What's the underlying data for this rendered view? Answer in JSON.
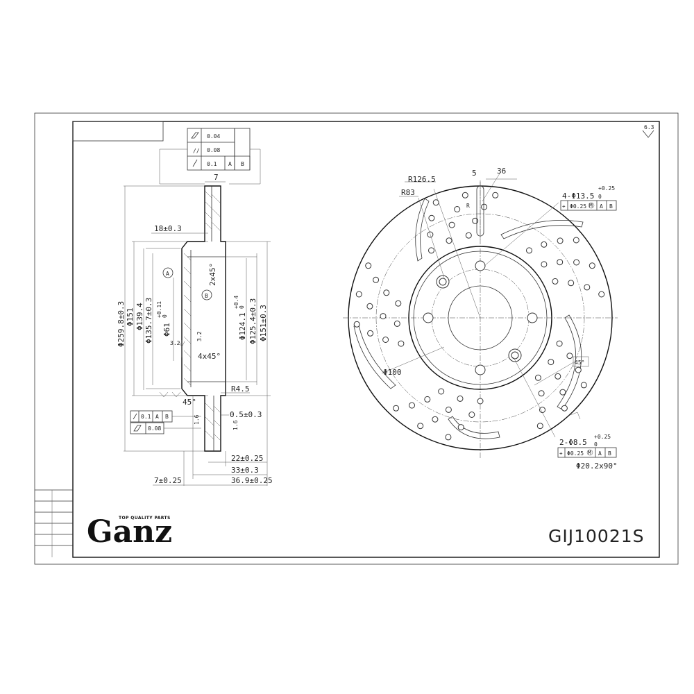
{
  "drawing": {
    "roughness_mark": "6.3",
    "brand": {
      "name": "Ganz",
      "tagline": "TOP QUALITY PARTS"
    },
    "part_number": "GIJ10021S"
  },
  "side_view": {
    "tolerance_frame_top": [
      {
        "symbol": "flatness",
        "value": "0.04"
      },
      {
        "symbol": "parallelism",
        "value": "0.08"
      },
      {
        "symbol": "runout",
        "value": "0.1",
        "refs": [
          "A",
          "B"
        ]
      }
    ],
    "tolerance_frame_bottom": [
      {
        "symbol": "runout",
        "value": "0.1",
        "refs": [
          "A",
          "B"
        ]
      },
      {
        "symbol": "flatness",
        "value": "0.08"
      }
    ],
    "dims": {
      "top_width": "7",
      "hat_offset": "18±0.3",
      "chamfer_top": "2x45°",
      "chamfer_bottom": "4x45°",
      "datum_a": "A",
      "datum_b": "B",
      "d_outer": "Φ259.8±0.3",
      "d_151": "Φ151",
      "d_139": "Φ139.4",
      "d_135": "Φ135.7±0.3",
      "d_61": "Φ61",
      "d_61_tol": "+0.11",
      "d_61_tol2": "0",
      "d_124": "Φ124.1",
      "d_124_tol": "+0.4",
      "d_124_tol2": "0",
      "d_125": "Φ125.4±0.3",
      "d_151_tol": "Φ151±0.3",
      "r_3_2a": "3.2",
      "r_3_2b": "3.2",
      "r_4_5": "R4.5",
      "angle_45": "45°",
      "gap_0_5": "0.5±0.3",
      "rough_1": "1.6",
      "rough_2": "1.6",
      "w_22": "22±0.25",
      "w_33": "33±0.3",
      "w_7": "7±0.25",
      "w_36": "36.9±0.25"
    }
  },
  "front_view": {
    "r_126": "R126.5",
    "r_83": "R83",
    "slot_w": "5",
    "slot_angle": "36",
    "slot_r": "R",
    "bolt_holes": "4-Φ13.5",
    "bolt_tol_up": "+0.25",
    "bolt_tol_dn": "0",
    "bolt_pos": "Φ0.25",
    "pcd": "Φ100",
    "angle_45": "45°",
    "pin_holes": "2-Φ8.5",
    "pin_tol_up": "+0.25",
    "pin_tol_dn": "0",
    "pin_pos": "Φ0.25",
    "countersink": "Φ20.2x90°",
    "mod_m": "M",
    "ref_a": "A",
    "ref_b": "B"
  }
}
